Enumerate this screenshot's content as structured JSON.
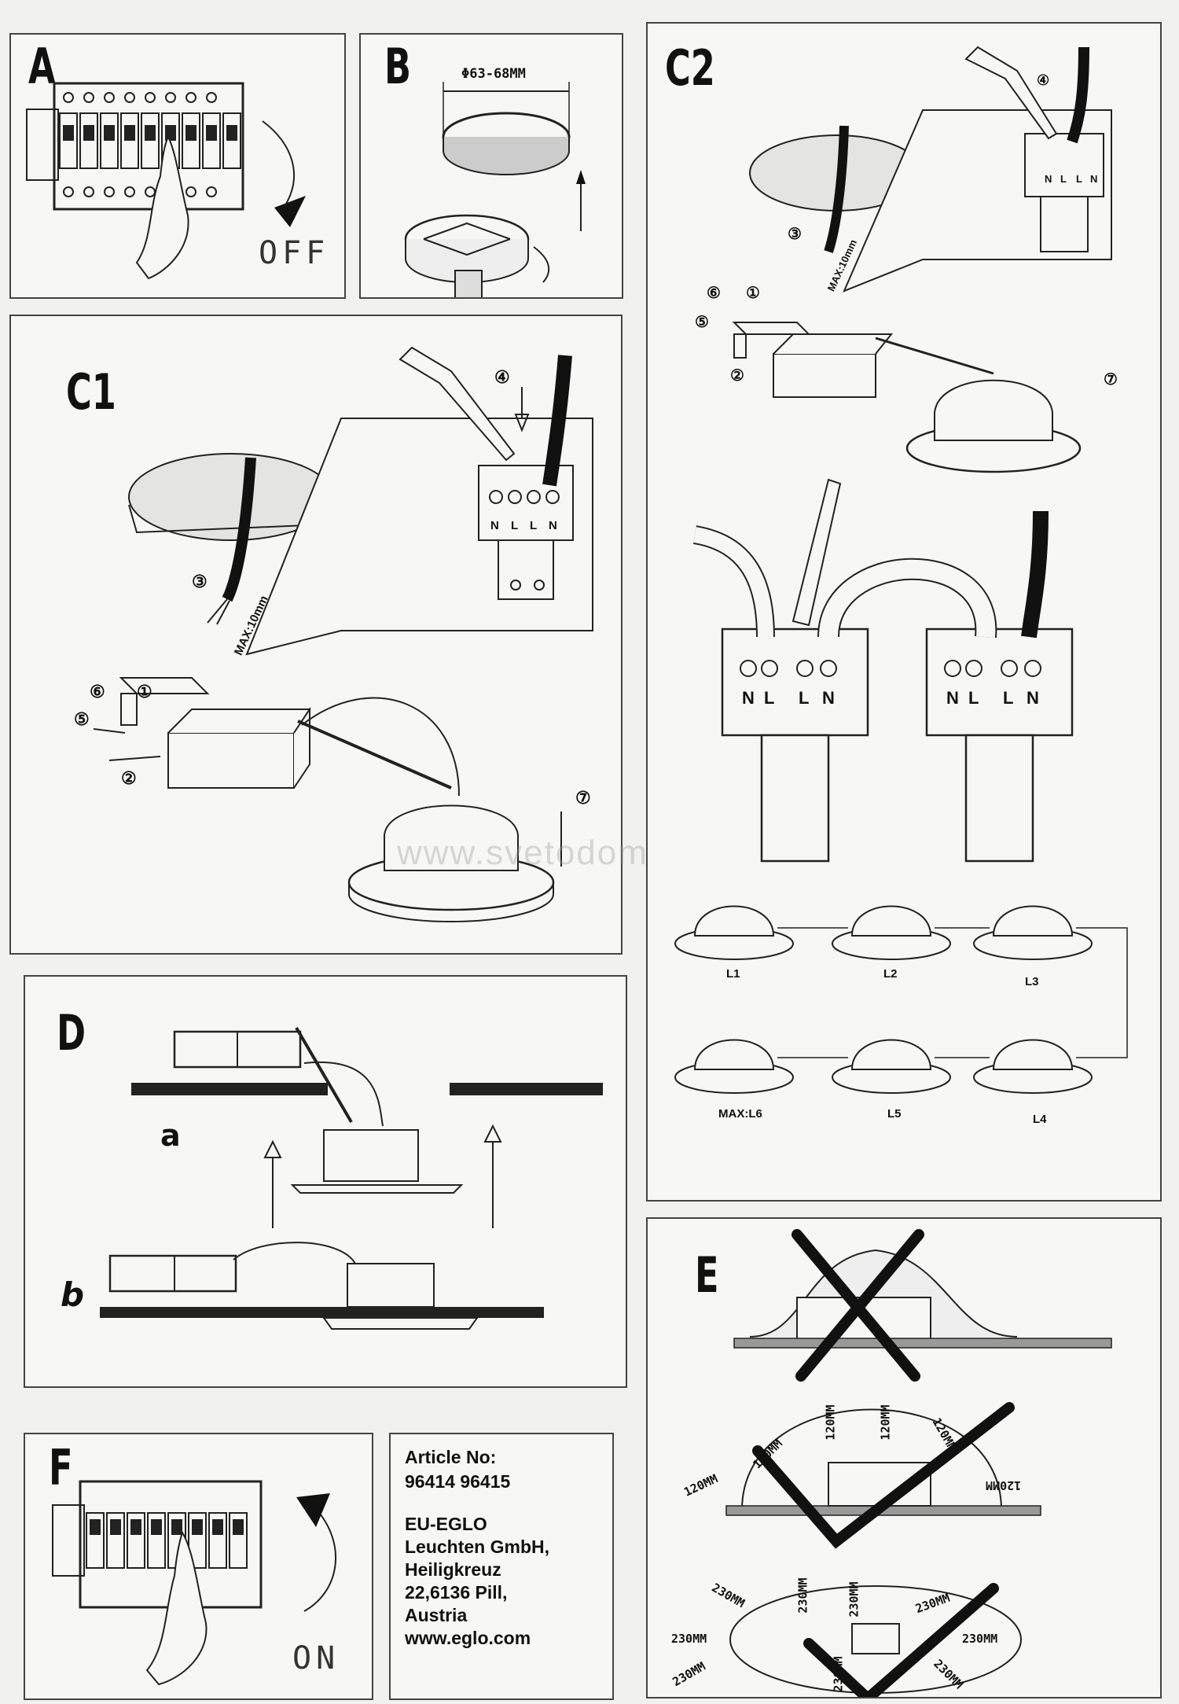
{
  "steps": {
    "a": "A",
    "b": "B",
    "c1": "C1",
    "c2": "C2",
    "d": "D",
    "e": "E",
    "f": "F"
  },
  "step_a": {
    "switch_state": "OFF"
  },
  "step_b": {
    "diameter": "Φ63-68MM"
  },
  "step_c": {
    "n1": "①",
    "n2": "②",
    "n3": "③",
    "n4": "④",
    "n5": "⑤",
    "n6": "⑥",
    "n7": "⑦",
    "max_strip": "MAX:10mm",
    "terminals": [
      "N",
      "L",
      "L",
      "N"
    ]
  },
  "step_c2": {
    "lamps": [
      "L1",
      "L2",
      "L3",
      "L4",
      "L5",
      "MAX:L6"
    ]
  },
  "step_d": {
    "sub_a": "a",
    "sub_b": "b"
  },
  "step_e": {
    "clearance_120": "120MM",
    "clearance_230": "230MM"
  },
  "step_f": {
    "switch_state": "ON"
  },
  "info": {
    "article_label": "Article No:",
    "article_numbers": "96414 96415",
    "company1": "EU-EGLO",
    "company2": "Leuchten GmbH,",
    "company3": "Heiligkreuz",
    "company4": "22,6136 Pill,",
    "company5": "Austria",
    "website": "www.eglo.com"
  },
  "watermark": "www.svetodom.ru",
  "icons": [
    "circuit-breaker-icon",
    "hand-icon",
    "rotate-arrow-icon",
    "screwdriver-icon",
    "cable-icon",
    "terminal-block-icon",
    "downlight-icon",
    "cross-mark-icon",
    "check-mark-icon"
  ]
}
